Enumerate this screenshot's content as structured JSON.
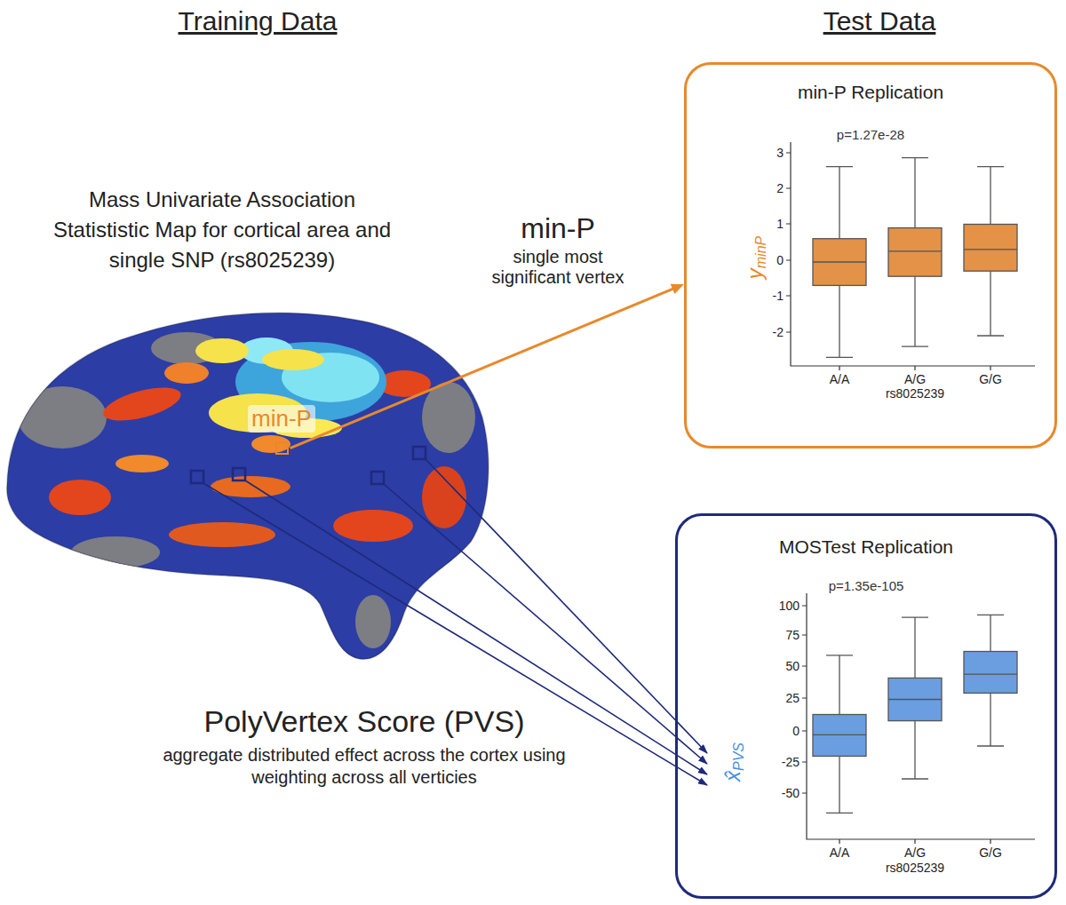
{
  "diagram": {
    "nodes": [
      {
        "text": [
          "min-P"
        ]
      },
      {
        "text": [
          "min-P Replication",
          "p=1.27e-28"
        ]
      },
      {
        "text": [
          "MOSTest Replication",
          "p=1.35e-105"
        ]
      }
    ],
    "edges": [
      {
        "from": 0,
        "to": 1,
        "arrow": "to"
      }
    ],
    "labels": [
      "Training Data",
      "Test Data",
      "Mass Univariate Association Statististic Map for cortical area and single SNP (rs8025239)",
      "min-P",
      "single most significant vertex",
      "PolyVertex Score (PVS)",
      "aggregate distributed effect across the cortex using weighting across all verticies",
      "3",
      "2",
      "1",
      "0",
      "-1",
      "-2",
      "A/A",
      "A/G",
      "G/G",
      "rs8025239",
      "y",
      "minP",
      "100",
      "75",
      "50",
      "25",
      "0",
      "-25",
      "-50",
      "A/A",
      "A/G",
      "G/G",
      "rs8025239",
      "x̂",
      "PVS"
    ]
  }
}
